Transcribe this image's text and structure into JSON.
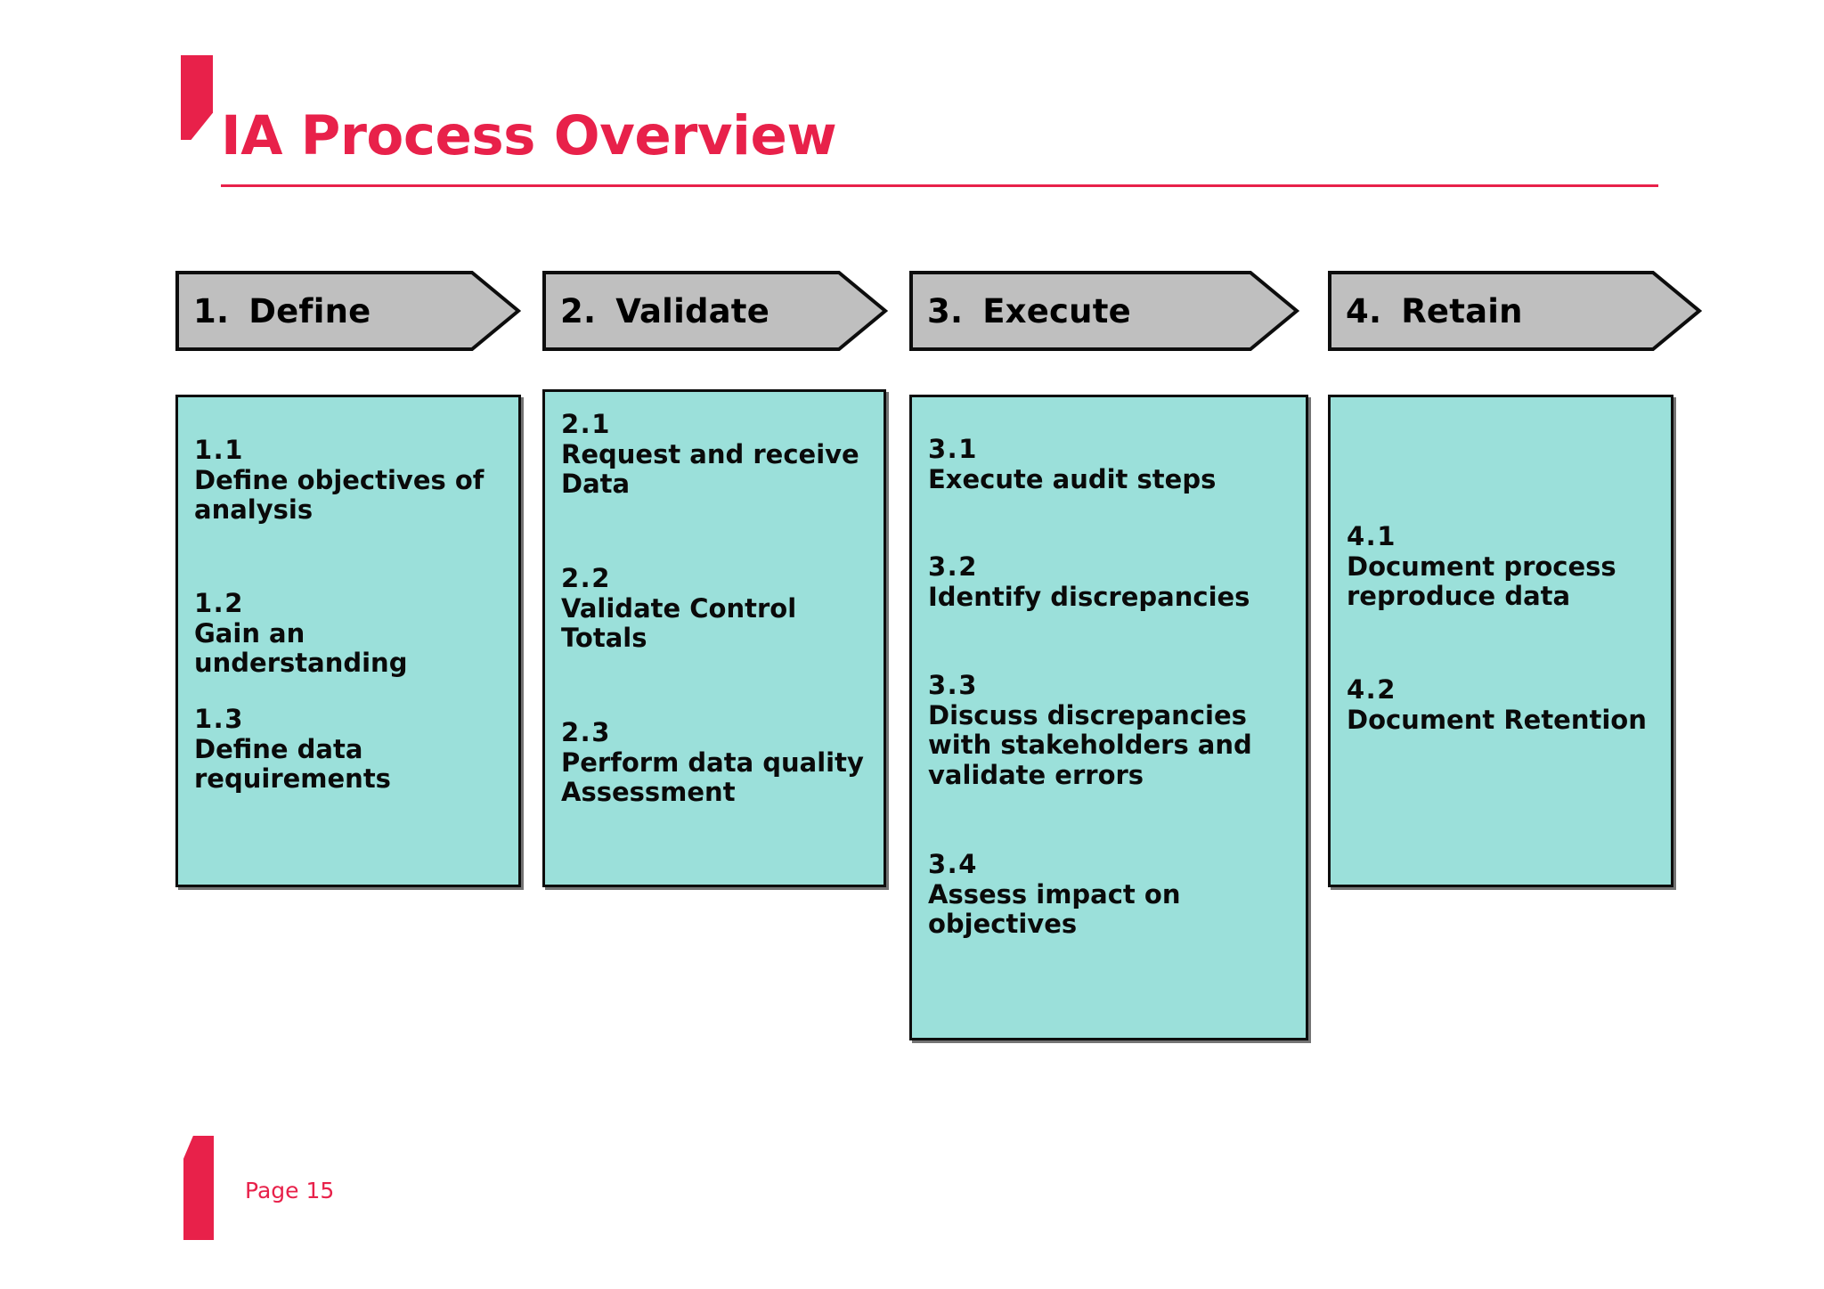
{
  "slide": {
    "title": "IA Process Overview",
    "accent_color": "#E8214A",
    "arrow_fill": "#BFBFBF",
    "box_fill": "#9BE0DA",
    "border_color": "#0d0d0d"
  },
  "footer": {
    "page_label": "Page 15"
  },
  "phases": [
    {
      "number": "1.",
      "name": "Define",
      "steps": [
        {
          "id": "1.1",
          "text": "Define objectives of analysis"
        },
        {
          "id": "1.2",
          "text": "Gain an understanding"
        },
        {
          "id": "1.3",
          "text": "Define data requirements"
        }
      ]
    },
    {
      "number": "2.",
      "name": "Validate",
      "steps": [
        {
          "id": "2.1",
          "text": "Request and receive Data"
        },
        {
          "id": "2.2",
          "text": "Validate Control Totals"
        },
        {
          "id": "2.3",
          "text": "Perform data quality Assessment"
        }
      ]
    },
    {
      "number": "3.",
      "name": "Execute",
      "steps": [
        {
          "id": "3.1",
          "text": "Execute audit steps"
        },
        {
          "id": "3.2",
          "text": "Identify discrepancies"
        },
        {
          "id": "3.3",
          "text": "Discuss discrepancies with stakeholders and validate errors"
        },
        {
          "id": "3.4",
          "text": "Assess impact on objectives"
        }
      ]
    },
    {
      "number": "4.",
      "name": "Retain",
      "steps": [
        {
          "id": "4.1",
          "text": "Document process reproduce data"
        },
        {
          "id": "4.2",
          "text": "Document Retention"
        }
      ]
    }
  ]
}
